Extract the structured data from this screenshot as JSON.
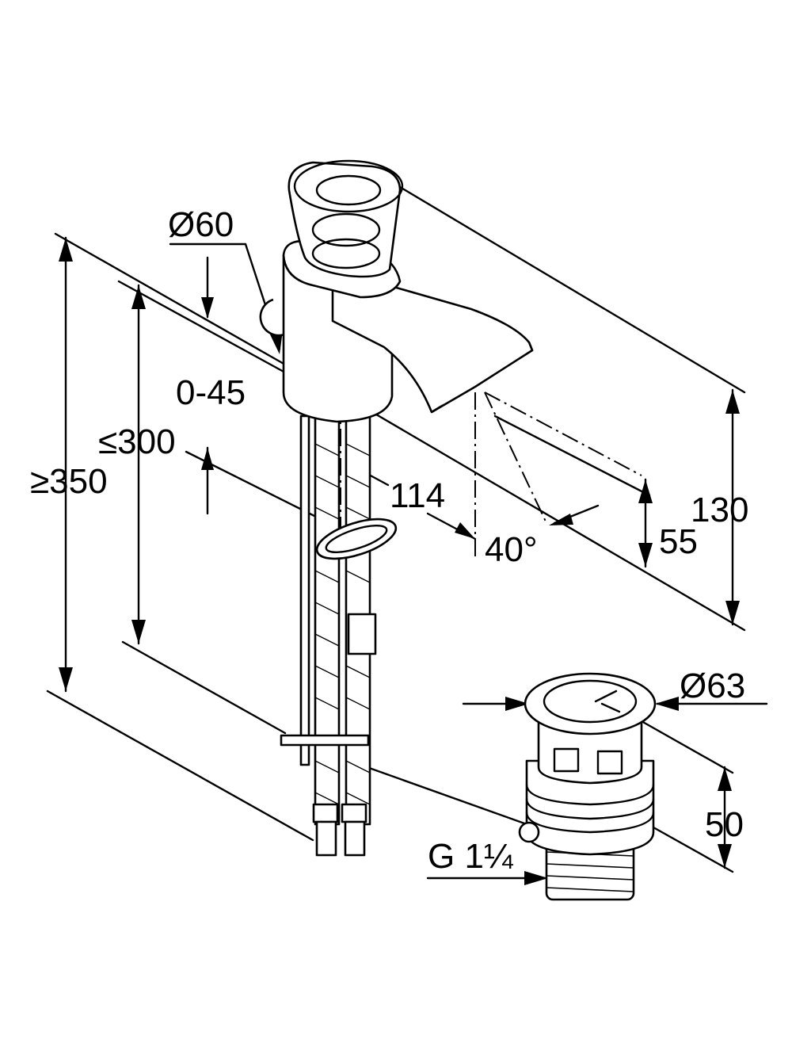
{
  "dimensions": {
    "handle_diameter": "Ø60",
    "handle_rotation": "0-45",
    "max_height": "≤300",
    "min_height": "≥350",
    "spout_reach": "114",
    "spray_angle": "40°",
    "spout_clearance": "55",
    "overall_height": "130",
    "waste_diameter": "Ø63",
    "waste_height": "50",
    "thread": "G 1¼"
  },
  "colors": {
    "line": "#000000",
    "background": "#ffffff"
  }
}
